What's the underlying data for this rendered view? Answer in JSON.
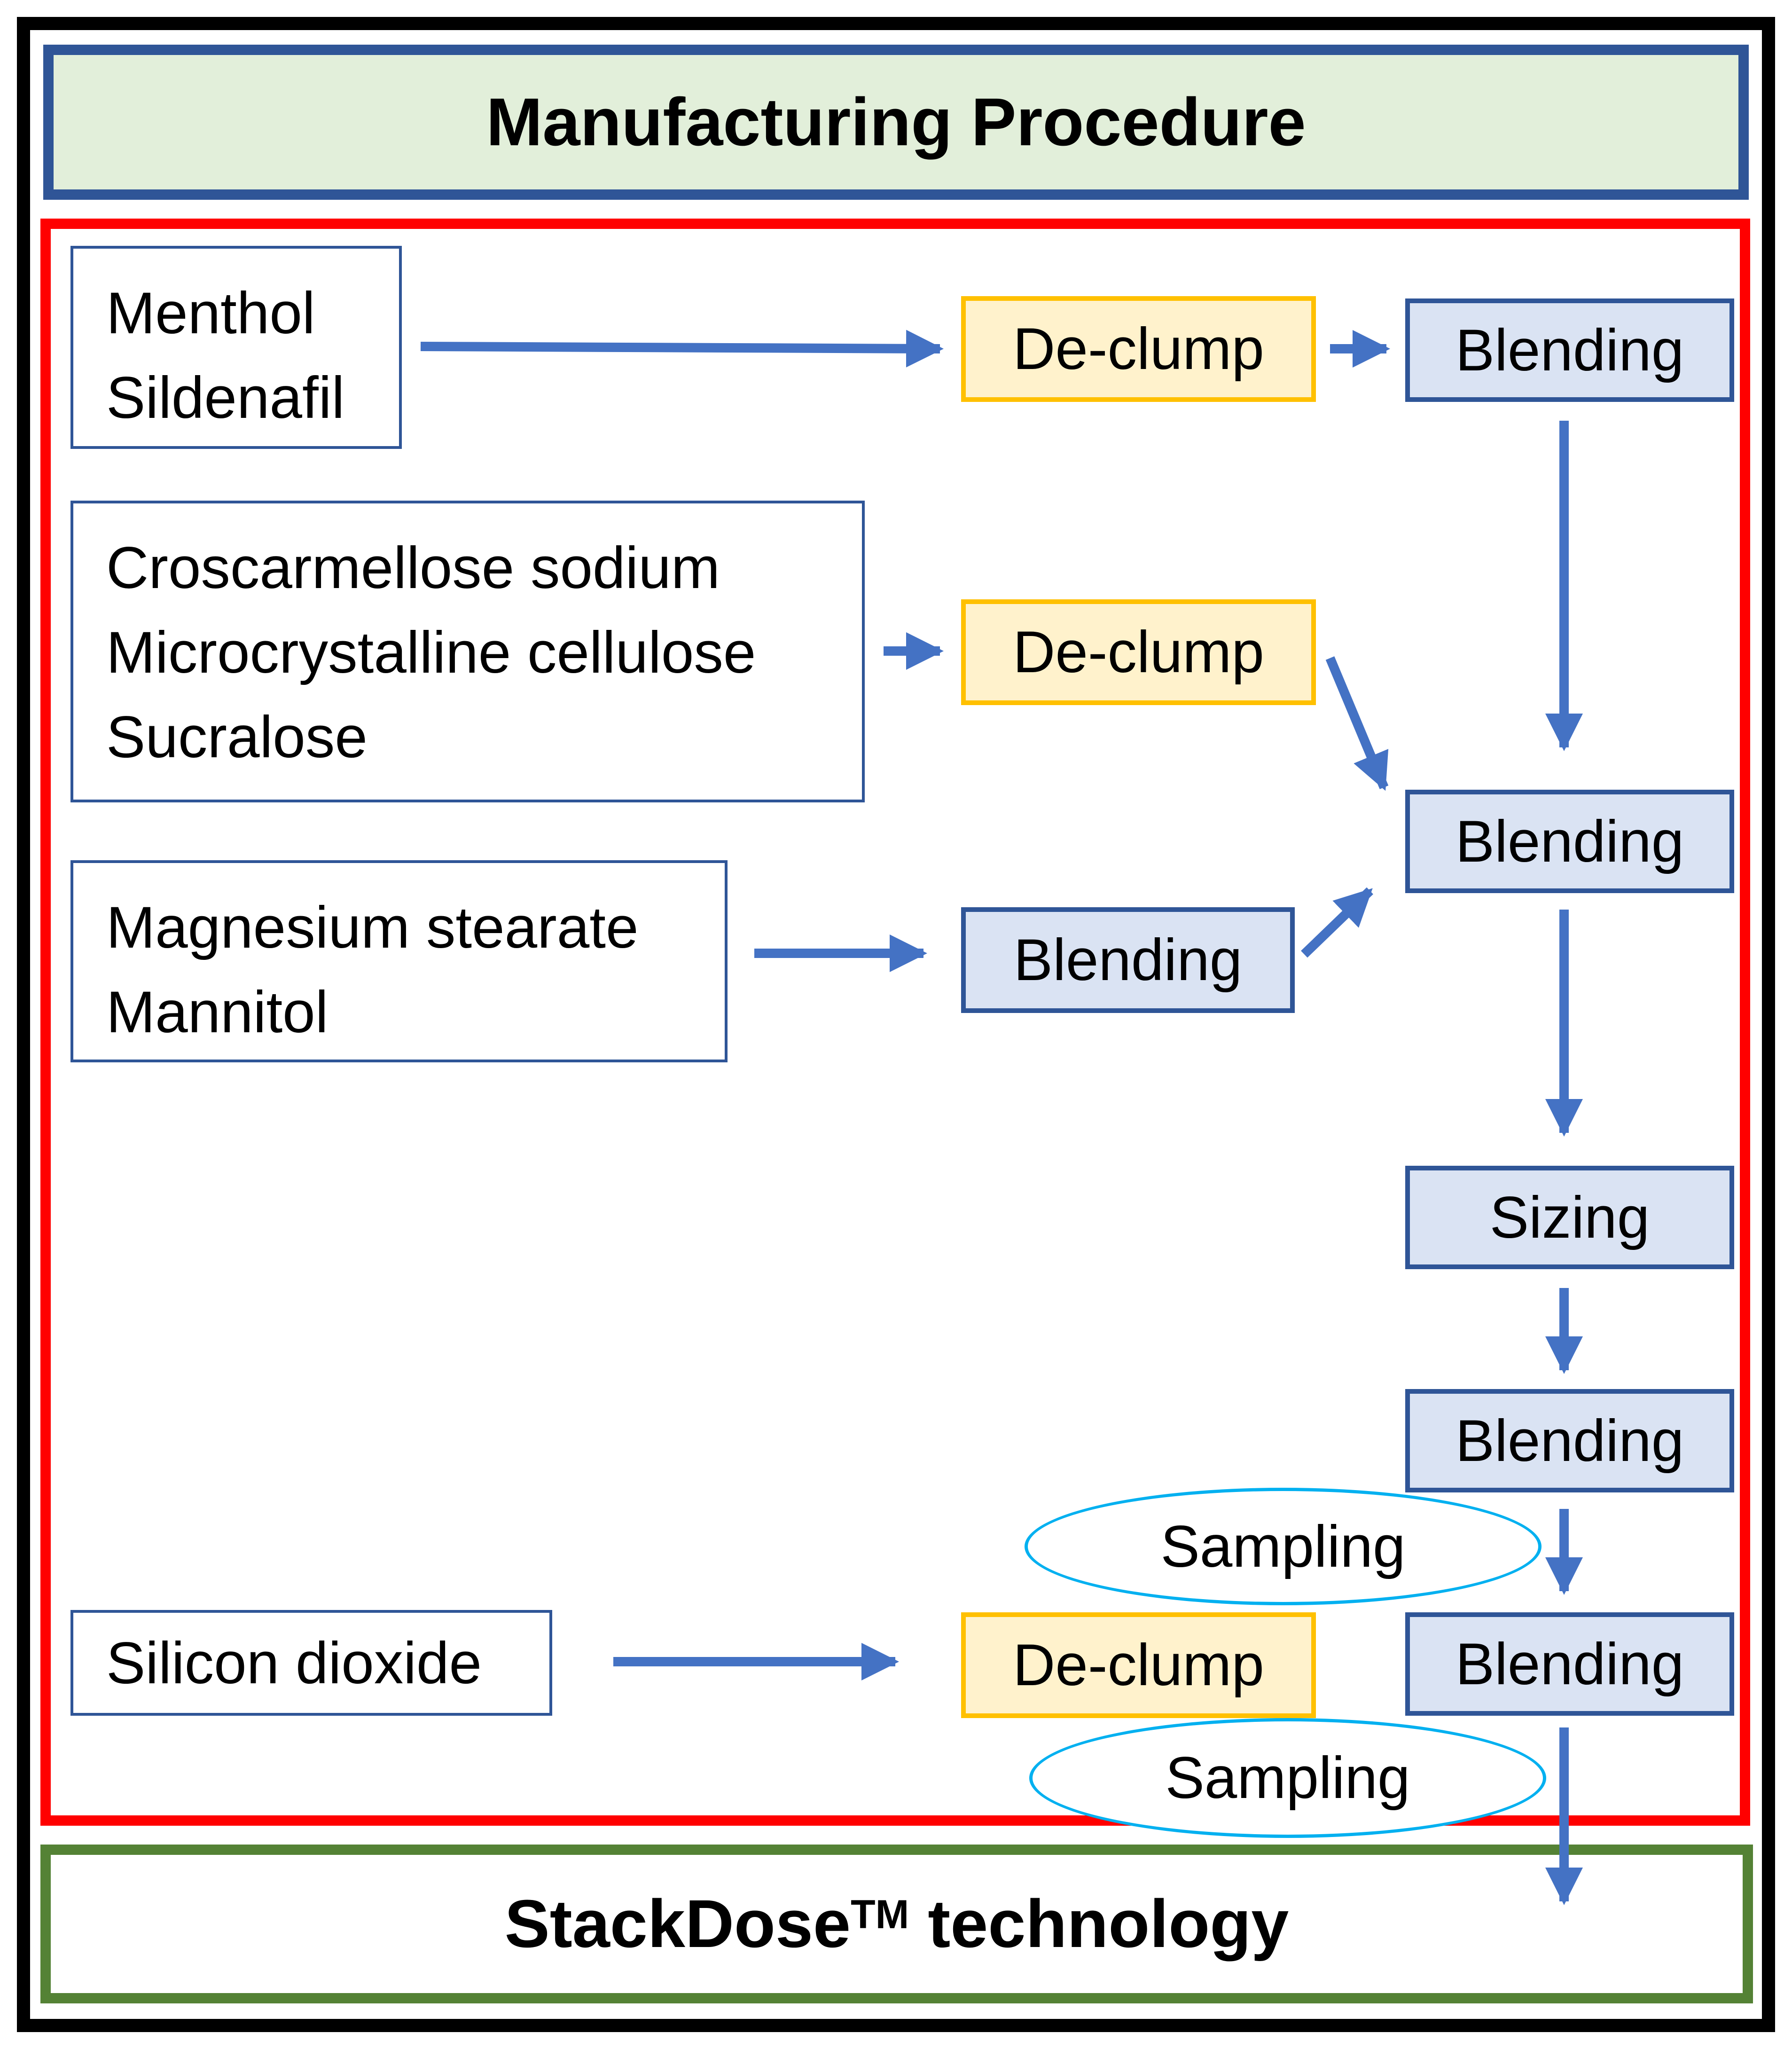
{
  "title": "Manufacturing Procedure",
  "footer": {
    "brand": "StackDose",
    "mark": "TM",
    "rest": " technology"
  },
  "ingredients": {
    "group1": [
      "Menthol",
      "Sildenafil"
    ],
    "group2": [
      "Croscarmellose sodium",
      "Microcrystalline cellulose",
      "Sucralose"
    ],
    "group3": [
      "Magnesium stearate",
      "Mannitol"
    ],
    "group4": [
      "Silicon dioxide"
    ]
  },
  "steps": {
    "declump_1": "De-clump",
    "declump_2": "De-clump",
    "declump_3": "De-clump",
    "blend_side": "Blending",
    "blend_1": "Blending",
    "blend_2": "Blending",
    "sizing": "Sizing",
    "blend_3": "Blending",
    "blend_4": "Blending",
    "sampling_1": "Sampling",
    "sampling_2": "Sampling"
  },
  "colors": {
    "frame": "#000000",
    "header_border": "#2f5597",
    "header_fill": "#e2efda",
    "process_border": "#ff0000",
    "footer_border": "#548235",
    "declump_border": "#ffc000",
    "declump_fill": "#fff2cc",
    "blend_border": "#2f5597",
    "blend_fill": "#dae3f3",
    "sampling_border": "#00b0f0",
    "arrow": "#4472c4"
  }
}
